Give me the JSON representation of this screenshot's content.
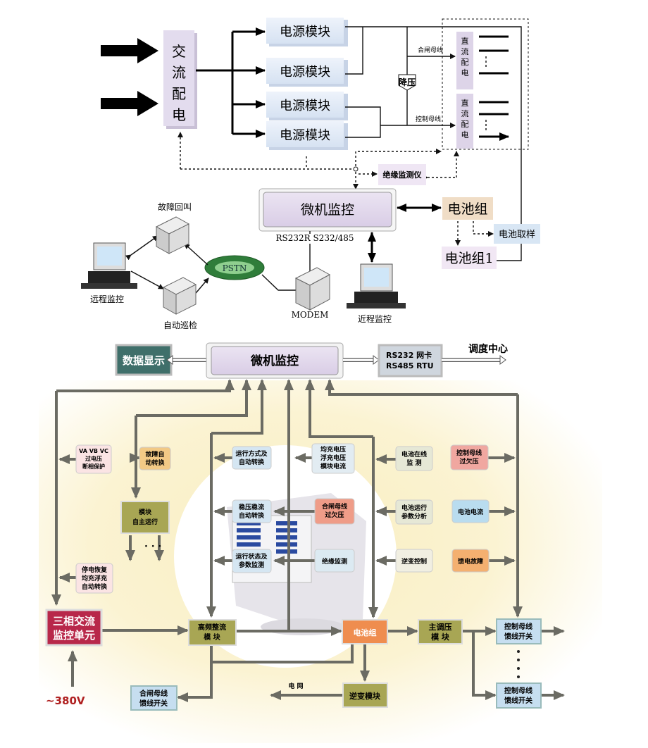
{
  "top": {
    "ac_dist": [
      "交",
      "流",
      "配",
      "电"
    ],
    "power_module": "电源模块",
    "dc_dist": [
      "直",
      "流",
      "配",
      "电"
    ],
    "step_down": "降压",
    "closing_bus": "合闸母线",
    "control_bus": "控制母线",
    "insulation_monitor": "绝缘监测仪",
    "micro_monitor": "微机监控",
    "battery": "电池组",
    "battery_sample": "电池取样",
    "battery1": "电池组1",
    "rs_label": "RS232R  S232/485",
    "pstn": "PSTN",
    "modem": "MODEM",
    "fault_callback": "故障回叫",
    "auto_patrol": "自动巡检",
    "remote_monitor": "远程监控",
    "local_monitor": "近程监控"
  },
  "bottom": {
    "data_display": "数据显示",
    "micro_monitor": "微机监控",
    "comm": [
      "RS232  网卡",
      "RS485  RTU"
    ],
    "dispatch": "调度中心",
    "row1": {
      "vabc": [
        "VA VB VC",
        "过电压",
        "断相保护"
      ],
      "fault_switch": [
        "故障自",
        "动转换"
      ],
      "run_mode": [
        "运行方式及",
        "自动转换"
      ],
      "charge": [
        "均充电压",
        "浮充电压",
        "模块电流"
      ],
      "battery_online": [
        "电池在线",
        "监 测"
      ],
      "ctrl_bus_ov": [
        "控制母线",
        "过欠压"
      ]
    },
    "row2": {
      "module_auto": [
        "模块",
        "自主运行"
      ],
      "stab": [
        "稳压稳流",
        "自动转换"
      ],
      "close_bus_ov": [
        "合闸母线",
        "过欠压"
      ],
      "battery_analysis": [
        "电池运行",
        "参数分析"
      ],
      "battery_current": "电池电流"
    },
    "row3": {
      "outage": [
        "停电恢复",
        "均充浮充",
        "自动转换"
      ],
      "run_state": [
        "运行状态及",
        "参数监测"
      ],
      "insulation": "绝缘监测",
      "inverter_ctrl": "逆变控制",
      "feeder_fault": "馈电故障"
    },
    "three_phase": [
      "三相交流",
      "监控单元"
    ],
    "rectifier": [
      "高频整流",
      "模 块"
    ],
    "battery": "电池组",
    "main_regulator": [
      "主调压",
      "模 块"
    ],
    "ctrl_feeder": [
      "控制母线",
      "馈线开关"
    ],
    "close_feeder": [
      "合闸母线",
      "馈线开关"
    ],
    "inverter": "逆变模块",
    "grid": "电 网",
    "voltage": "~380V"
  }
}
